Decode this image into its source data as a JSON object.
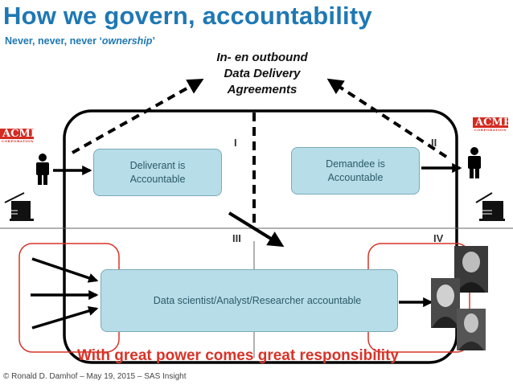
{
  "header": {
    "title": "How we govern, accountability",
    "subtitle_prefix": "Never, never, never ‘",
    "subtitle_emph": "ownership",
    "subtitle_suffix": "’"
  },
  "agreements": {
    "line1": "In- en outbound",
    "line2": "Data Delivery",
    "line3": "Agreements"
  },
  "boxes": {
    "deliverant_line1": "Deliverant is",
    "deliverant_line2": "Accountable",
    "demandee_line1": "Demandee is",
    "demandee_line2": "Accountable",
    "scientist": "Data scientist/Analyst/Researcher accountable"
  },
  "quadrants": {
    "q1": "I",
    "q2": "II",
    "q3": "III",
    "q4": "IV"
  },
  "logos": {
    "brand": "ACME",
    "sub": "CORPORATION"
  },
  "tagline": "With great power comes great responsibility",
  "footer": "©  Ronald D. Damhof – May 19, 2015 – SAS Insight",
  "colors": {
    "title": "#1f78b4",
    "box_fill": "#b7dde8",
    "highlight": "#d93328",
    "logo": "#d42a20"
  }
}
